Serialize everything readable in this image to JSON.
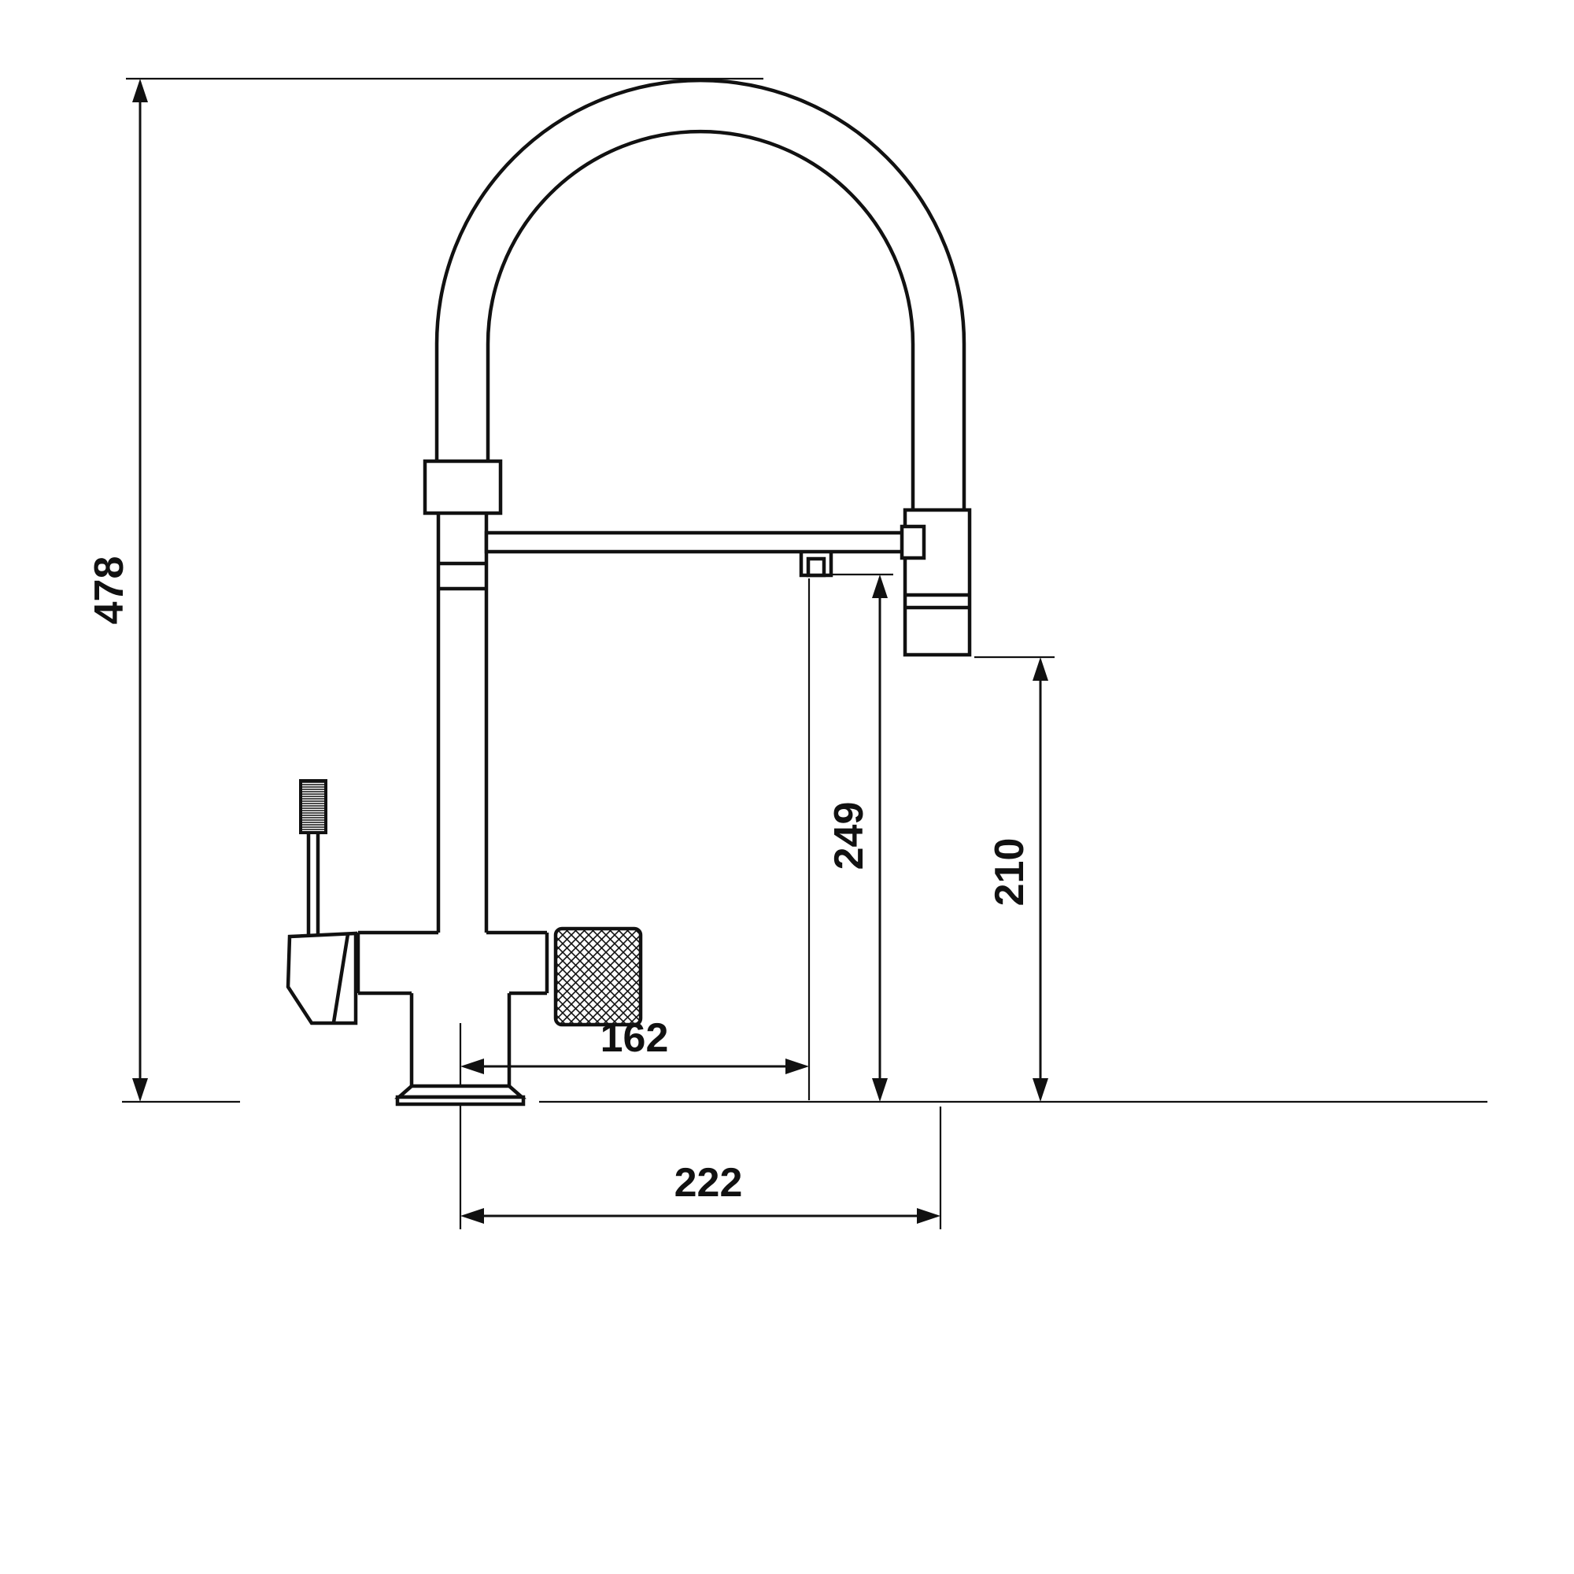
{
  "drawing": {
    "background": "#ffffff",
    "line_color": "#111111",
    "labels": {
      "overall_height": "478",
      "outlet_height": "249",
      "head_height": "210",
      "outlet_reach": "162",
      "head_reach": "222"
    }
  }
}
